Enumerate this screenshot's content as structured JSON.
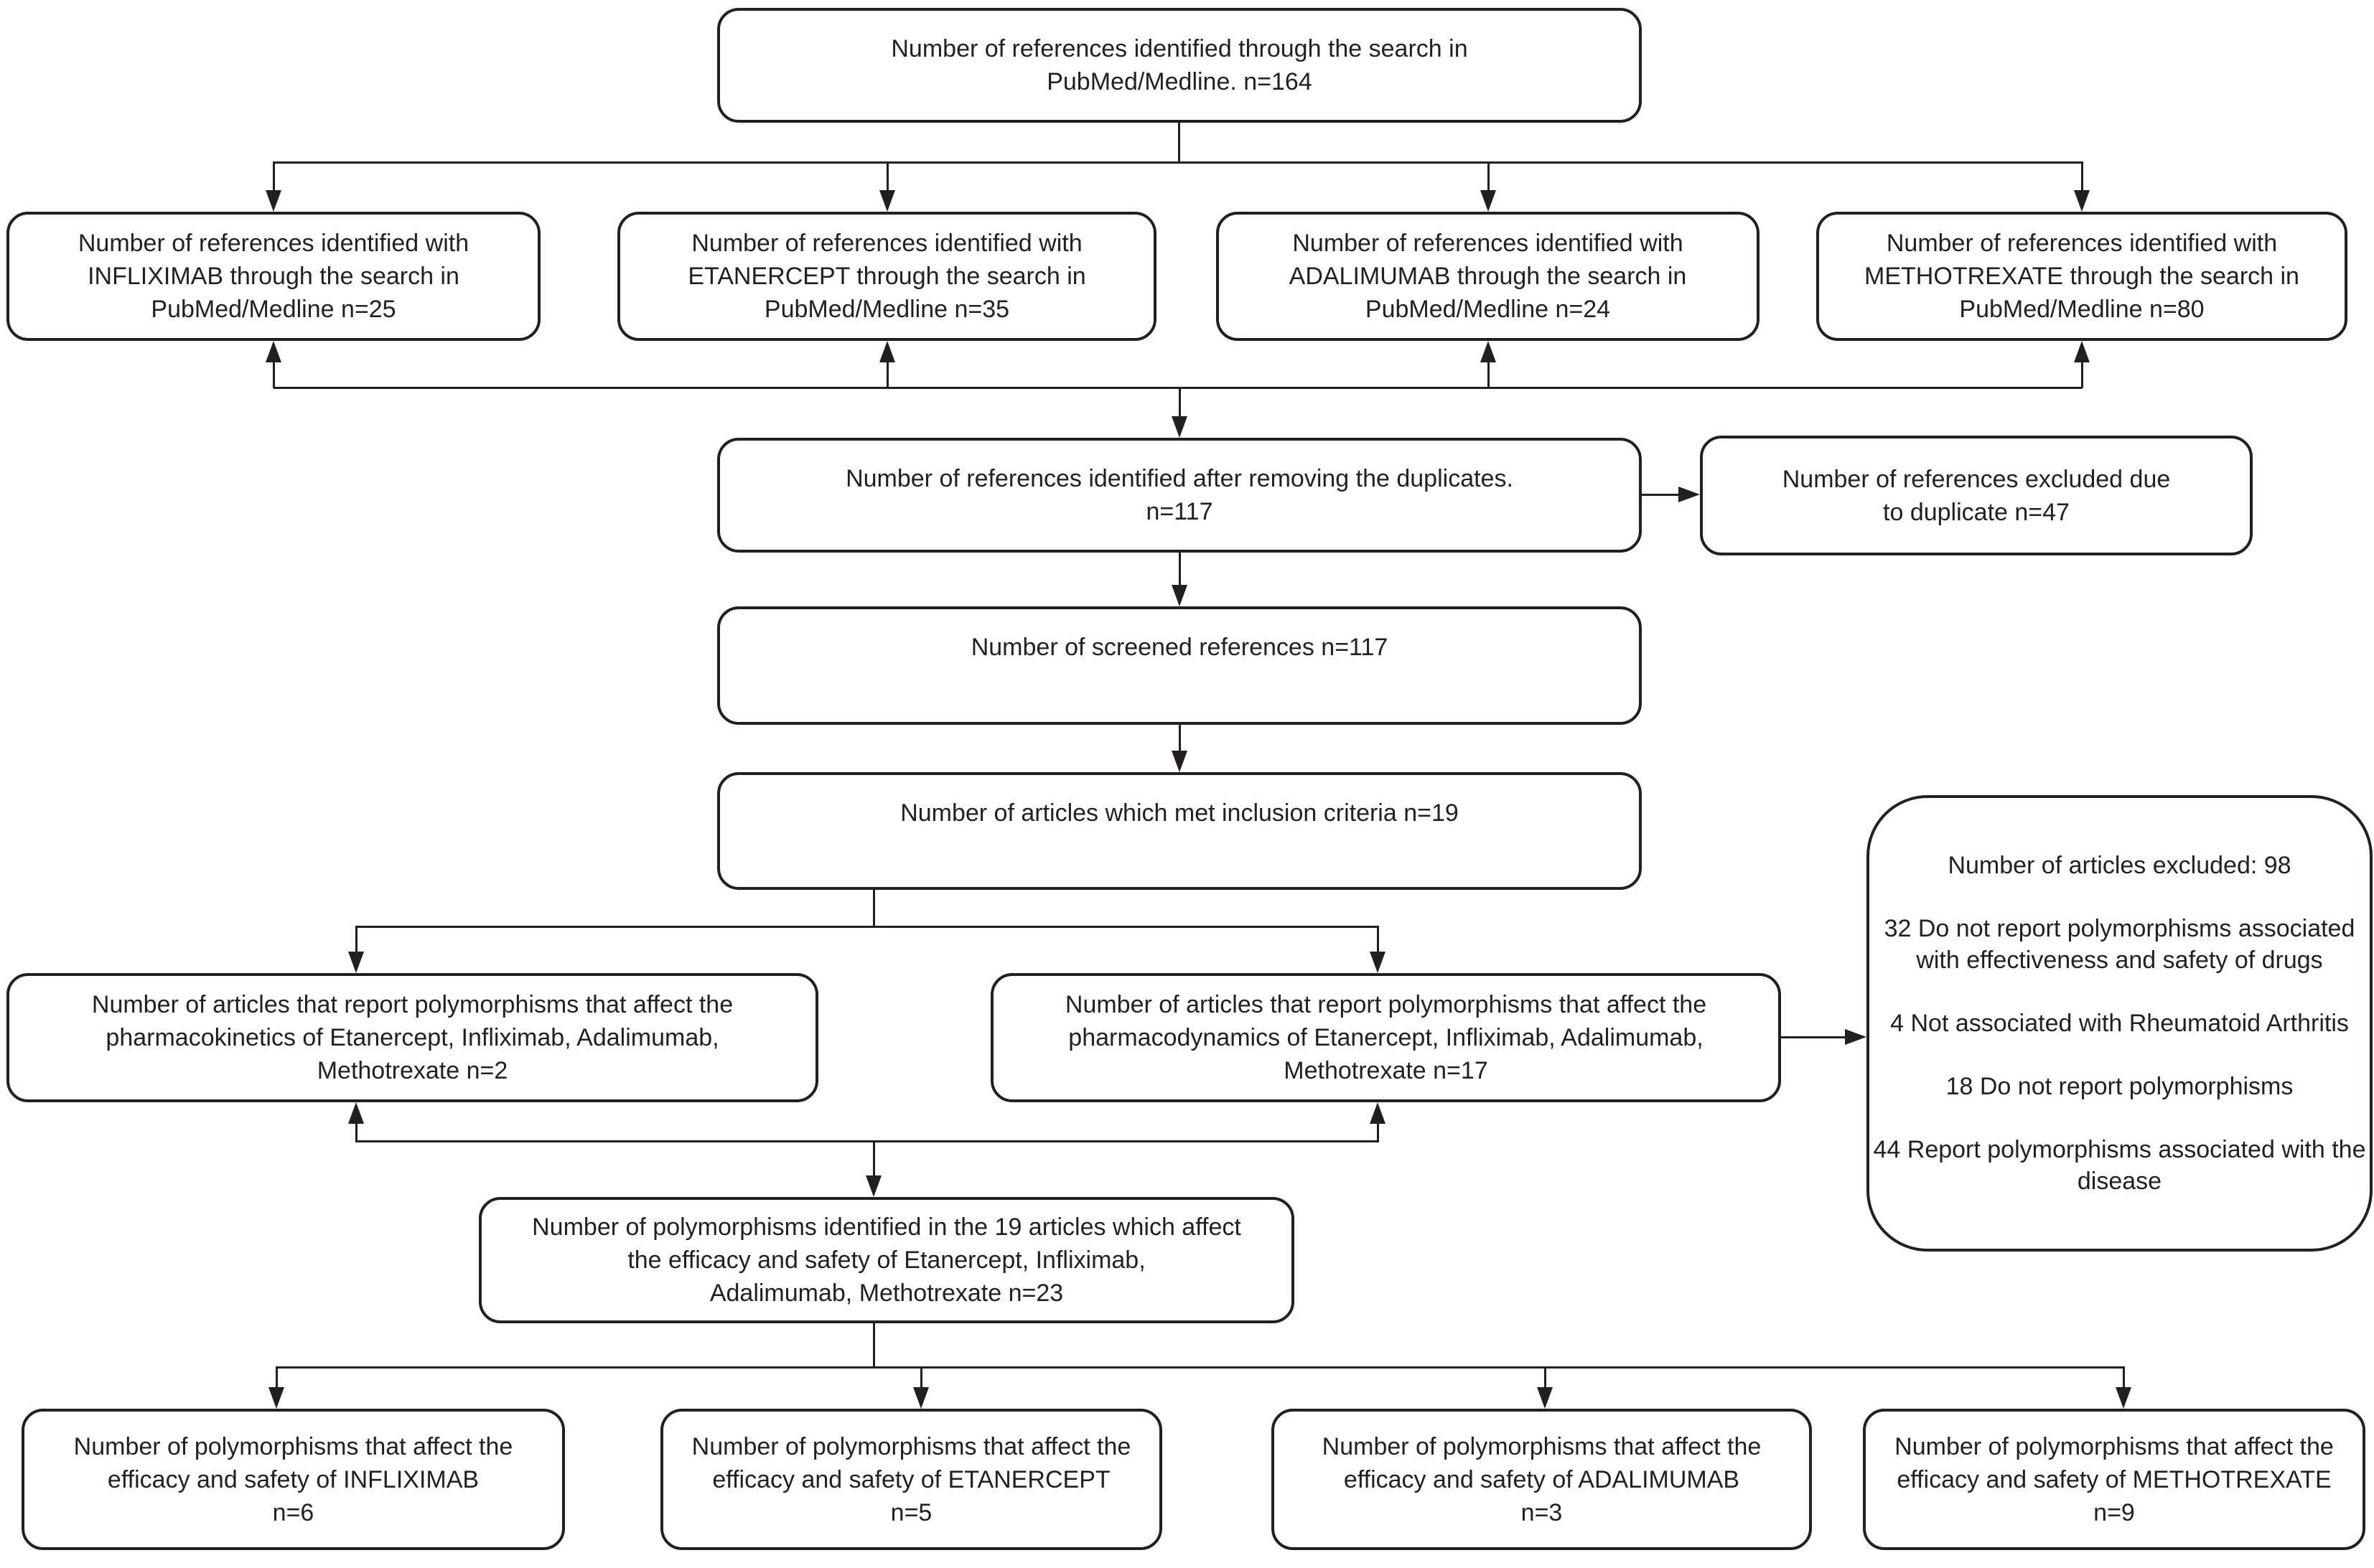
{
  "colors": {
    "ink": "#231f20",
    "background": "#ffffff"
  },
  "top": {
    "lines": [
      "Number of references identified through the search in",
      "PubMed/Medline. n=164"
    ]
  },
  "search_boxes": [
    {
      "drug": "INFLIXIMAB",
      "n": 25,
      "lines": [
        "Number of references identified with",
        "INFLIXIMAB through the search in",
        "PubMed/Medline n=25"
      ]
    },
    {
      "drug": "ETANERCEPT",
      "n": 35,
      "lines": [
        "Number of references identified with",
        "ETANERCEPT through the search in",
        "PubMed/Medline n=35"
      ]
    },
    {
      "drug": "ADALIMUMAB",
      "n": 24,
      "lines": [
        "Number of references identified with",
        "ADALIMUMAB through the search in",
        "PubMed/Medline n=24"
      ]
    },
    {
      "drug": "METHOTREXATE",
      "n": 80,
      "lines": [
        "Number of references identified with",
        "METHOTREXATE through the search in",
        "PubMed/Medline n=80"
      ]
    }
  ],
  "dedup": {
    "lines": [
      "Number of references identified after removing the duplicates.",
      "n=117"
    ]
  },
  "dedup_excluded": {
    "lines": [
      "Number of references excluded due",
      "to duplicate n=47"
    ]
  },
  "screened": {
    "lines": [
      "Number of screened references n=117"
    ]
  },
  "inclusion": {
    "lines": [
      "Number of articles which met inclusion criteria n=19"
    ]
  },
  "pharmacokinetics": {
    "lines": [
      "Number of articles that report polymorphisms that affect the",
      "pharmacokinetics of Etanercept, Infliximab, Adalimumab,",
      "Methotrexate n=2"
    ]
  },
  "pharmacodynamics": {
    "lines": [
      "Number of articles that report polymorphisms that affect the",
      "pharmacodynamics of Etanercept, Infliximab, Adalimumab,",
      "Methotrexate n=17"
    ]
  },
  "exclusion_details": {
    "items": [
      "Number of articles excluded: 98",
      "32 Do not report polymorphisms associated with effectiveness and safety of drugs",
      "4 Not associated with Rheumatoid Arthritis",
      "18 Do not report polymorphisms",
      "44 Report polymorphisms associated with the disease"
    ]
  },
  "polymorphisms_total": {
    "lines": [
      "Number of polymorphisms identified in the 19 articles which affect",
      "the efficacy and safety of Etanercept, Infliximab,",
      "Adalimumab, Methotrexate n=23"
    ]
  },
  "result_boxes": [
    {
      "drug": "INFLIXIMAB",
      "n": 6,
      "lines": [
        "Number of polymorphisms that affect the",
        "efficacy and safety of INFLIXIMAB",
        "n=6"
      ]
    },
    {
      "drug": "ETANERCEPT",
      "n": 5,
      "lines": [
        "Number of polymorphisms that affect the",
        "efficacy and safety of ETANERCEPT",
        "n=5"
      ]
    },
    {
      "drug": "ADALIMUMAB",
      "n": 3,
      "lines": [
        "Number of polymorphisms that affect the",
        "efficacy and safety of ADALIMUMAB",
        "n=3"
      ]
    },
    {
      "drug": "METHOTREXATE",
      "n": 9,
      "lines": [
        "Number of polymorphisms that affect the",
        "efficacy and safety of METHOTREXATE",
        "n=9"
      ]
    }
  ]
}
